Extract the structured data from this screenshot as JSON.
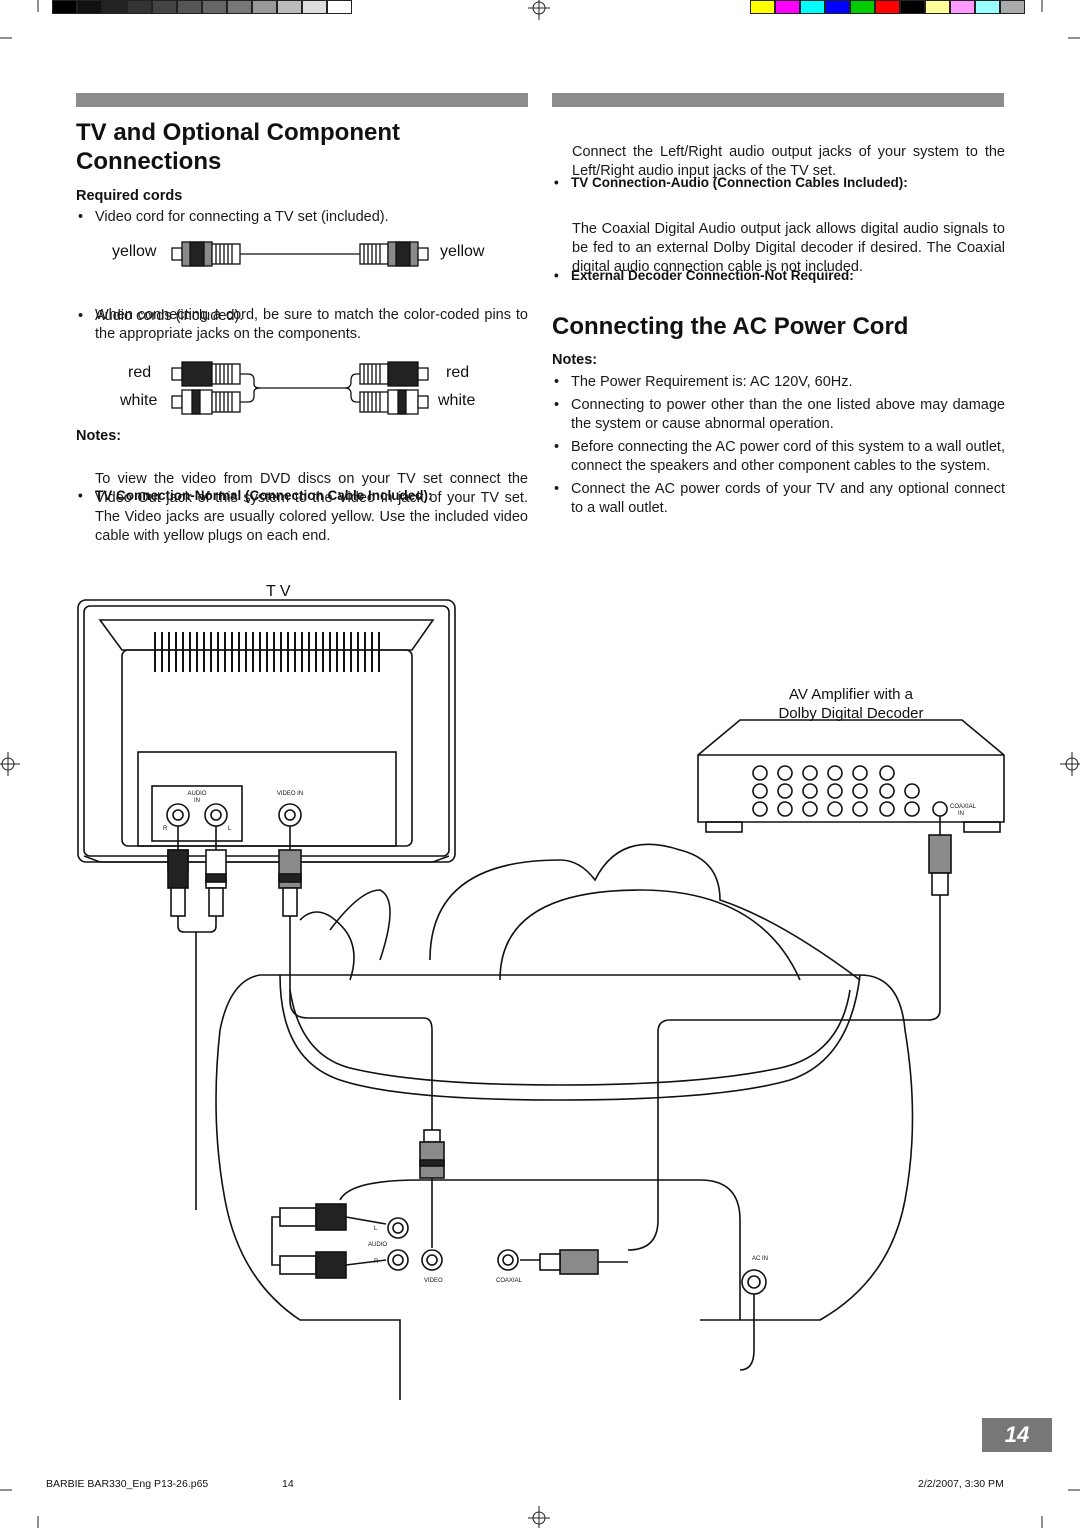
{
  "colors": {
    "rule_gray": "#8c8c8c",
    "page_number_bg": "#777777",
    "grayscale_swatches": [
      "#000000",
      "#111111",
      "#222222",
      "#333333",
      "#444444",
      "#555555",
      "#666666",
      "#777777",
      "#999999",
      "#bbbbbb",
      "#dddddd",
      "#ffffff"
    ],
    "color_swatches": [
      "#ffff00",
      "#ff00ff",
      "#00ffff",
      "#0000ff",
      "#00cc00",
      "#ff0000",
      "#000000",
      "#ffff99",
      "#ff99ff",
      "#99ffff",
      "#aaaaaa"
    ]
  },
  "left": {
    "title_line1": "TV and Optional Component",
    "title_line2": "Connections",
    "required_cords_heading": "Required cords",
    "video_cord_item": "Video cord for connecting a TV set (included).",
    "yellow_left": "yellow",
    "yellow_right": "yellow",
    "audio_cords_item": "Audio cords (included).",
    "audio_cords_note": "When connecting a cord, be sure to match the color-coded pins to the appropriate jacks on the components.",
    "red_left": "red",
    "red_right": "red",
    "white_left": "white",
    "white_right": "white",
    "notes_heading": "Notes:",
    "tv_normal_heading": "TV Connection-Normal (Connection Cable Included):",
    "tv_normal_text": "To view the video from DVD discs on your TV set connect the Video Out jack of this system to the Video In jack of your TV set. The Video jacks are usually colored yellow. Use the included video cable with yellow plugs on each end."
  },
  "right": {
    "tv_audio_heading": "TV Connection-Audio (Connection Cables Included):",
    "tv_audio_text": "Connect the Left/Right audio output jacks of your system to the Left/Right audio input jacks of the TV set.",
    "ext_decoder_heading": "External Decoder Connection-Not Required:",
    "ext_decoder_text": "The Coaxial Digital Audio output jack allows digital audio signals to be fed to an external Dolby Digital decoder if desired. The Coaxial digital audio connection cable is not included.",
    "ac_title": "Connecting the AC Power Cord",
    "notes_heading": "Notes:",
    "notes": [
      "The Power Requirement is: AC 120V, 60Hz.",
      "Connecting to power other than the one listed above may damage the system or cause abnormal operation.",
      "Before connecting the AC power cord of this system to a wall outlet, connect the speakers and other component cables to the system.",
      "Connect the AC power cords of your TV and any optional connect to a wall outlet."
    ]
  },
  "diagram": {
    "tv_label": "T V",
    "amp_label_line1": "AV Amplifier with a",
    "amp_label_line2": "Dolby Digital Decoder",
    "tv_audio_in": "AUDIO",
    "tv_audio_in2": "IN",
    "tv_video_in": "VIDEO IN",
    "tv_r": "R",
    "tv_l": "L",
    "amp_coaxial": "COAXIAL",
    "amp_in": "IN",
    "unit_l": "L",
    "unit_audio": "AUDIO",
    "unit_r": "R",
    "unit_video": "VIDEO",
    "unit_coaxial": "COAXIAL",
    "unit_ac_in": "AC IN"
  },
  "page_number": "14",
  "footer": {
    "file": "BARBIE BAR330_Eng P13-26.p65",
    "page": "14",
    "date": "2/2/2007, 3:30 PM"
  }
}
